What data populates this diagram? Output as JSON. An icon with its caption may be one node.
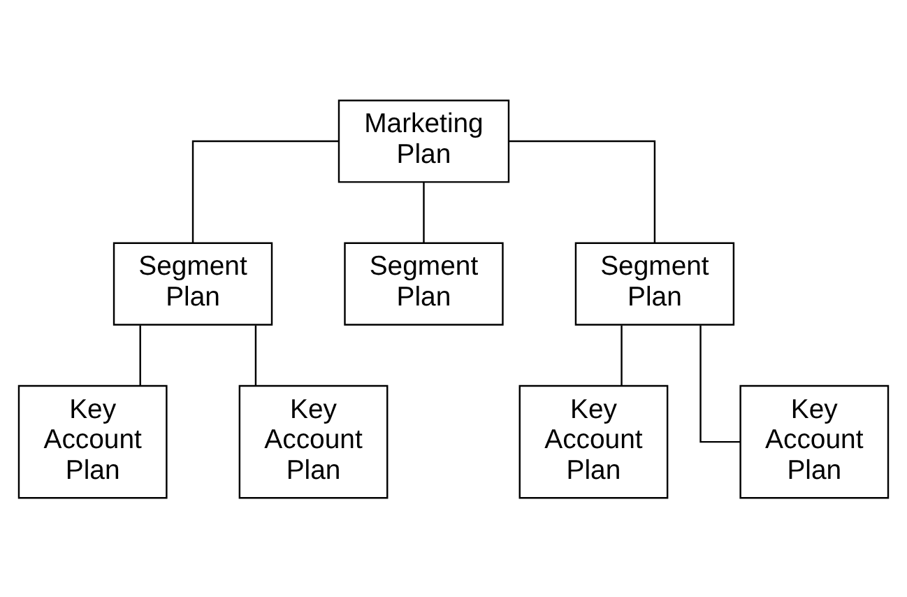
{
  "diagram": {
    "nodes": [
      {
        "text": [
          "Marketing Plan"
        ]
      },
      {
        "text": [
          "Segment Plan"
        ]
      },
      {
        "text": [
          "Segment Plan"
        ]
      },
      {
        "text": [
          "Segment Plan"
        ]
      },
      {
        "text": [
          "Key Account Plan"
        ]
      },
      {
        "text": [
          "Key Account Plan"
        ]
      },
      {
        "text": [
          "Key Account Plan"
        ]
      },
      {
        "text": [
          "Key Account Plan"
        ]
      }
    ],
    "edges": [
      {
        "from": 0,
        "to": 1,
        "arrow": "none"
      },
      {
        "from": 0,
        "to": 2,
        "arrow": "none"
      },
      {
        "from": 0,
        "to": 3,
        "arrow": "none"
      },
      {
        "from": 1,
        "to": 4,
        "arrow": "none"
      },
      {
        "from": 1,
        "to": 5,
        "arrow": "none"
      },
      {
        "from": 3,
        "to": 6,
        "arrow": "none"
      },
      {
        "from": 3,
        "to": 7,
        "arrow": "none"
      }
    ]
  }
}
